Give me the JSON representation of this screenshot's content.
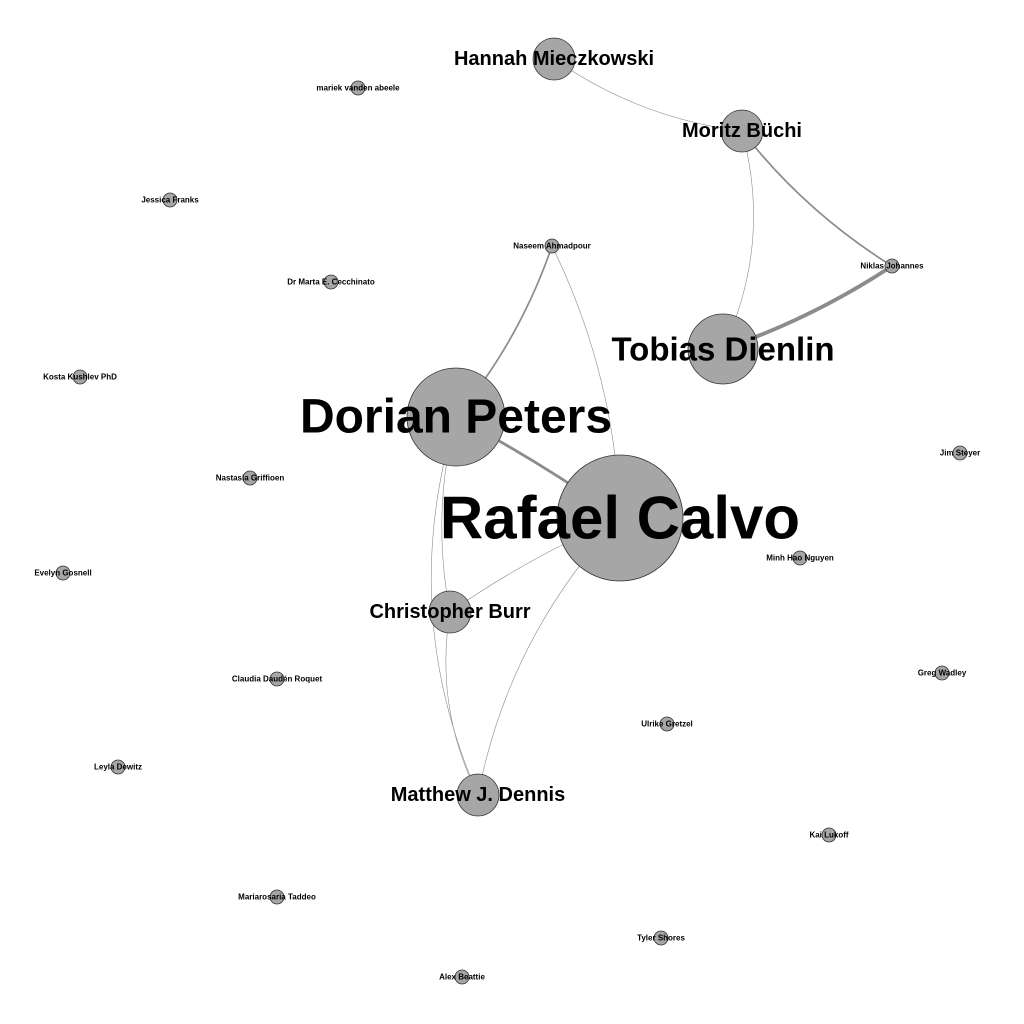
{
  "colors": {
    "node_fill": "#a6a6a6",
    "node_stroke": "#333333",
    "edge": "#8c8c8c",
    "label": "#000000",
    "background": "#ffffff"
  },
  "nodes": [
    {
      "id": "rafael",
      "label": "Rafael Calvo"
    },
    {
      "id": "dorian",
      "label": "Dorian Peters"
    },
    {
      "id": "tobias",
      "label": "Tobias Dienlin"
    },
    {
      "id": "hannah",
      "label": "Hannah Mieczkowski"
    },
    {
      "id": "moritz",
      "label": "Moritz Büchi"
    },
    {
      "id": "christopher",
      "label": "Christopher Burr"
    },
    {
      "id": "matthew",
      "label": "Matthew J. Dennis"
    },
    {
      "id": "naseem",
      "label": "Naseem Ahmadpour"
    },
    {
      "id": "niklas",
      "label": "Niklas Johannes"
    },
    {
      "id": "mariek",
      "label": "mariek vanden abeele"
    },
    {
      "id": "jessica",
      "label": "Jessica Franks"
    },
    {
      "id": "marta",
      "label": "Dr Marta E. Cecchinato"
    },
    {
      "id": "kostadin",
      "label": "Kosta Kushlev PhD"
    },
    {
      "id": "nastasia",
      "label": "Nastasia Griffioen"
    },
    {
      "id": "evelyn",
      "label": "Evelyn Gosnell"
    },
    {
      "id": "claudia",
      "label": "Claudia Daudén Roquet"
    },
    {
      "id": "leyla",
      "label": "Leyla Dewitz"
    },
    {
      "id": "mariarosaria",
      "label": "Mariarosaria Taddeo"
    },
    {
      "id": "alex",
      "label": "Alex Beattie"
    },
    {
      "id": "tyler",
      "label": "Tyler Shores"
    },
    {
      "id": "kai",
      "label": "Kai Lukoff"
    },
    {
      "id": "ulrike",
      "label": "Ulrike Gretzel"
    },
    {
      "id": "greg",
      "label": "Greg Wadley"
    },
    {
      "id": "minh",
      "label": "Minh Hao Nguyen"
    },
    {
      "id": "jim",
      "label": "Jim Steyer"
    }
  ],
  "edges": [
    {
      "source": "hannah",
      "target": "moritz",
      "weight": 1
    },
    {
      "source": "moritz",
      "target": "niklas",
      "weight": 2
    },
    {
      "source": "moritz",
      "target": "tobias",
      "weight": 1
    },
    {
      "source": "niklas",
      "target": "tobias",
      "weight": 4
    },
    {
      "source": "naseem",
      "target": "dorian",
      "weight": 2
    },
    {
      "source": "naseem",
      "target": "rafael",
      "weight": 1
    },
    {
      "source": "dorian",
      "target": "rafael",
      "weight": 3
    },
    {
      "source": "dorian",
      "target": "christopher",
      "weight": 1
    },
    {
      "source": "dorian",
      "target": "matthew",
      "weight": 1
    },
    {
      "source": "rafael",
      "target": "christopher",
      "weight": 1
    },
    {
      "source": "rafael",
      "target": "matthew",
      "weight": 1
    },
    {
      "source": "christopher",
      "target": "matthew",
      "weight": 1
    }
  ]
}
